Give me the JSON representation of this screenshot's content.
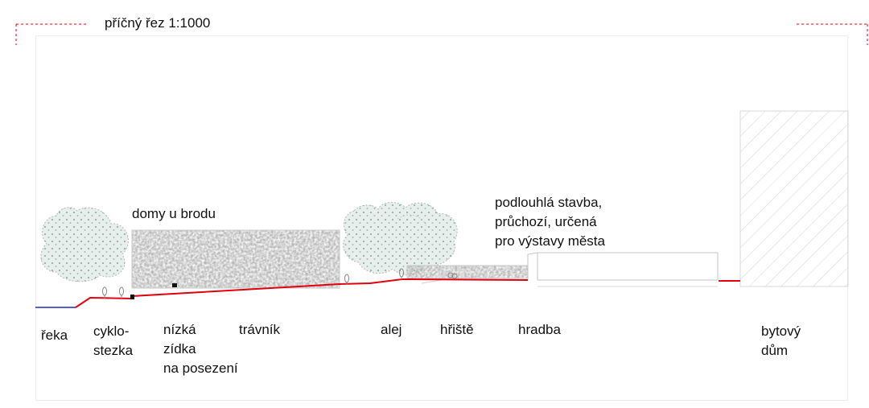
{
  "title": "příčný řez 1:1000",
  "annotations": {
    "domy": "domy u brodu",
    "podlouhla": "podlouhlá stavba,\nprůchozí, určená\npro výstavy města"
  },
  "labels": {
    "reka": "řeka",
    "cyklostezka": "cyklo-\nstezka",
    "zidka": "nízká\nzídka\nna posezení",
    "travnik": "trávník",
    "alej": "alej",
    "hriste": "hřiště",
    "hradba": "hradba",
    "bytovy_dum": "bytový\ndům"
  },
  "colors": {
    "ground_line": "#e3000f",
    "water_line": "#1a2fb8",
    "frame_marks": "#e3000f"
  }
}
